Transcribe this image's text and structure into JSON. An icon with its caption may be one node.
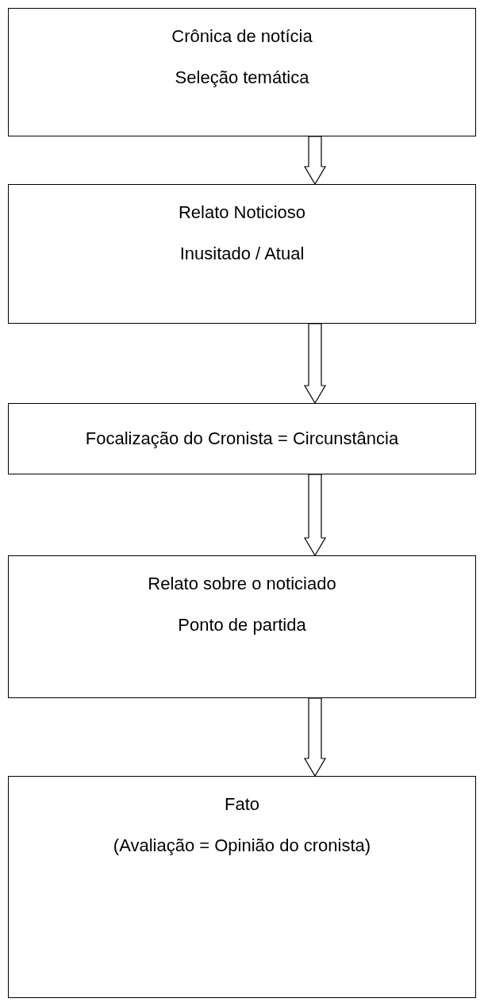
{
  "diagram": {
    "nodes": [
      {
        "text": [
          "Crônica de notícia",
          "Seleção temática"
        ]
      },
      {
        "text": [
          "Relato Noticioso",
          "Inusitado / Atual"
        ]
      },
      {
        "text": [
          "Focalização do Cronista = Circunstância"
        ]
      },
      {
        "text": [
          "Relato sobre o noticiado",
          "Ponto de partida"
        ]
      },
      {
        "text": [
          "Fato",
          "(Avaliação = Opinião do cronista)"
        ]
      }
    ],
    "edges": [
      {
        "from": 0,
        "to": 1,
        "arrow": "to"
      },
      {
        "from": 1,
        "to": 2,
        "arrow": "to"
      },
      {
        "from": 2,
        "to": 3,
        "arrow": "to"
      },
      {
        "from": 3,
        "to": 4,
        "arrow": "to"
      }
    ]
  }
}
